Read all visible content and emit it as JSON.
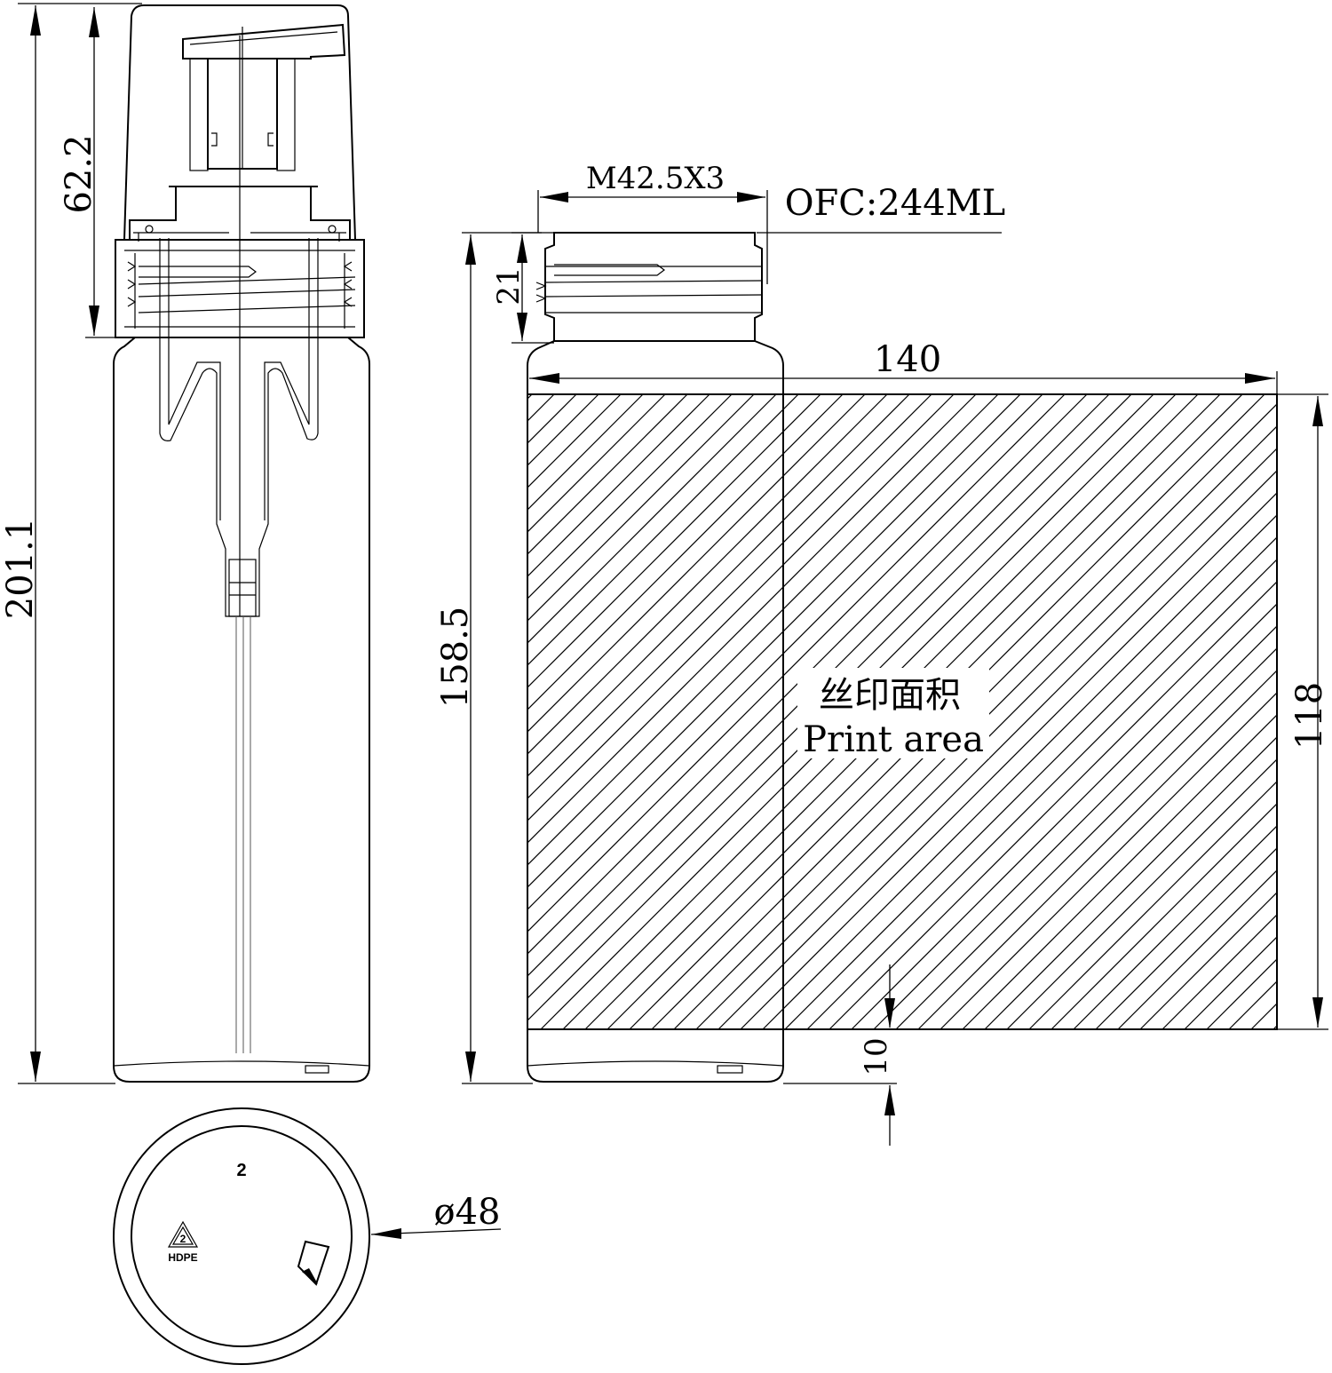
{
  "drawing": {
    "dimensions": {
      "total_height": "201.1",
      "pump_height": "62.2",
      "neck_thread": "M42.5X3",
      "capacity": "OFC:244ML",
      "neck_height": "21",
      "print_width": "140",
      "bottle_height": "158.5",
      "print_height": "118",
      "bottom_margin": "10",
      "diameter": "ø48"
    },
    "print_area": {
      "label_cn": "丝印面积",
      "label_en": "Print area"
    },
    "bottom_view": {
      "mold_number": "2",
      "recycle_code": "2",
      "material": "HDPE"
    },
    "icons": [
      "recycling-triangle-icon"
    ]
  }
}
